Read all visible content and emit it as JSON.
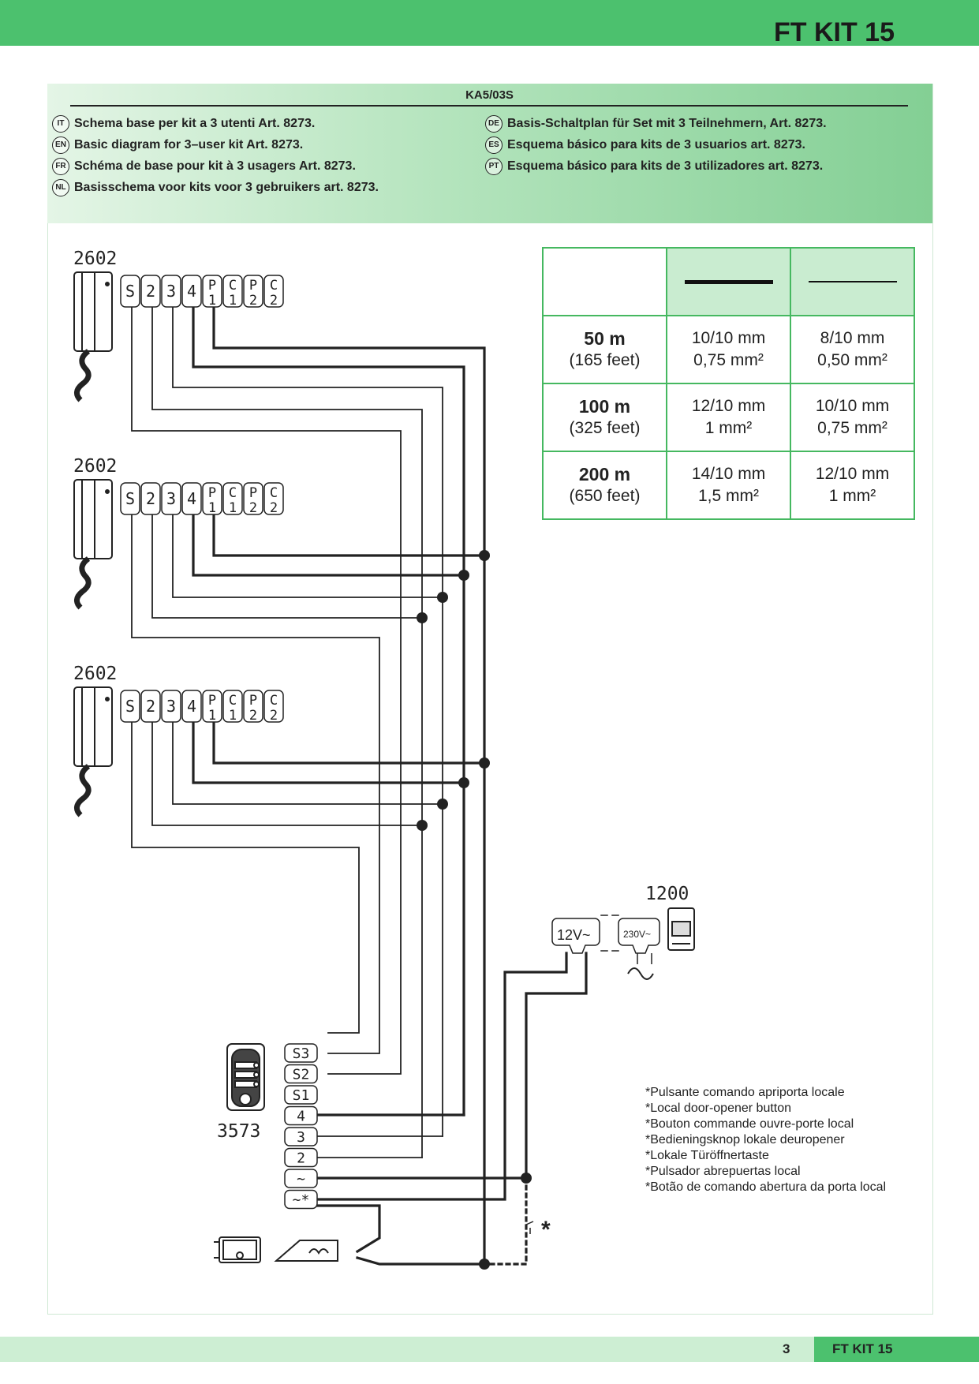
{
  "header": {
    "title": "FT KIT 15"
  },
  "panel": {
    "code": "KA5/03S",
    "languages": [
      {
        "code": "IT",
        "text": "Schema base per kit a 3 utenti Art. 8273."
      },
      {
        "code": "EN",
        "text": "Basic diagram for 3–user kit Art. 8273."
      },
      {
        "code": "FR",
        "text": "Schéma de base pour kit à 3 usagers Art. 8273."
      },
      {
        "code": "NL",
        "text": "Basisschema voor kits voor 3 gebruikers art. 8273."
      },
      {
        "code": "DE",
        "text": "Basis-Schaltplan für Set mit 3 Teilnehmern, Art. 8273."
      },
      {
        "code": "ES",
        "text": "Esquema básico para kits de 3 usuarios art. 8273."
      },
      {
        "code": "PT",
        "text": "Esquema básico para kits de 3 utilizadores art. 8273."
      }
    ]
  },
  "handsets": [
    {
      "model": "2602",
      "terminals": [
        "S",
        "2",
        "3",
        "4",
        "P 1",
        "C 1",
        "P 2",
        "C 2"
      ]
    },
    {
      "model": "2602",
      "terminals": [
        "S",
        "2",
        "3",
        "4",
        "P 1",
        "C 1",
        "P 2",
        "C 2"
      ]
    },
    {
      "model": "2602",
      "terminals": [
        "S",
        "2",
        "3",
        "4",
        "P 1",
        "C 1",
        "P 2",
        "C 2"
      ]
    }
  ],
  "entrance_panel": {
    "model": "3573",
    "terminals": [
      "S3",
      "S2",
      "S1",
      "4",
      "3",
      "2",
      "~",
      "~*"
    ]
  },
  "power_supply": {
    "model": "1200",
    "output_label": "12V~",
    "input_label": "230V~"
  },
  "wire_table": {
    "rows": [
      {
        "distance": "50 m",
        "feet": "(165 feet)",
        "thick_a": "10/10 mm",
        "thick_b": "0,75 mm²",
        "thin_a": "8/10 mm",
        "thin_b": "0,50 mm²"
      },
      {
        "distance": "100 m",
        "feet": "(325 feet)",
        "thick_a": "12/10 mm",
        "thick_b": "1 mm²",
        "thin_a": "10/10 mm",
        "thin_b": "0,75 mm²"
      },
      {
        "distance": "200 m",
        "feet": "(650 feet)",
        "thick_a": "14/10 mm",
        "thick_b": "1,5 mm²",
        "thin_a": "12/10 mm",
        "thin_b": "1 mm²"
      }
    ]
  },
  "notes": [
    "*Pulsante comando apriporta locale",
    "*Local door-opener button",
    "*Bouton commande ouvre-porte local",
    "*Bedieningsknop lokale deuropener",
    "*Lokale Türöffnertaste",
    "*Pulsador abrepuertas local",
    "*Botão de comando abertura da porta local"
  ],
  "local_button_marker": "*",
  "footer": {
    "page": "3",
    "title": "FT KIT 15"
  }
}
